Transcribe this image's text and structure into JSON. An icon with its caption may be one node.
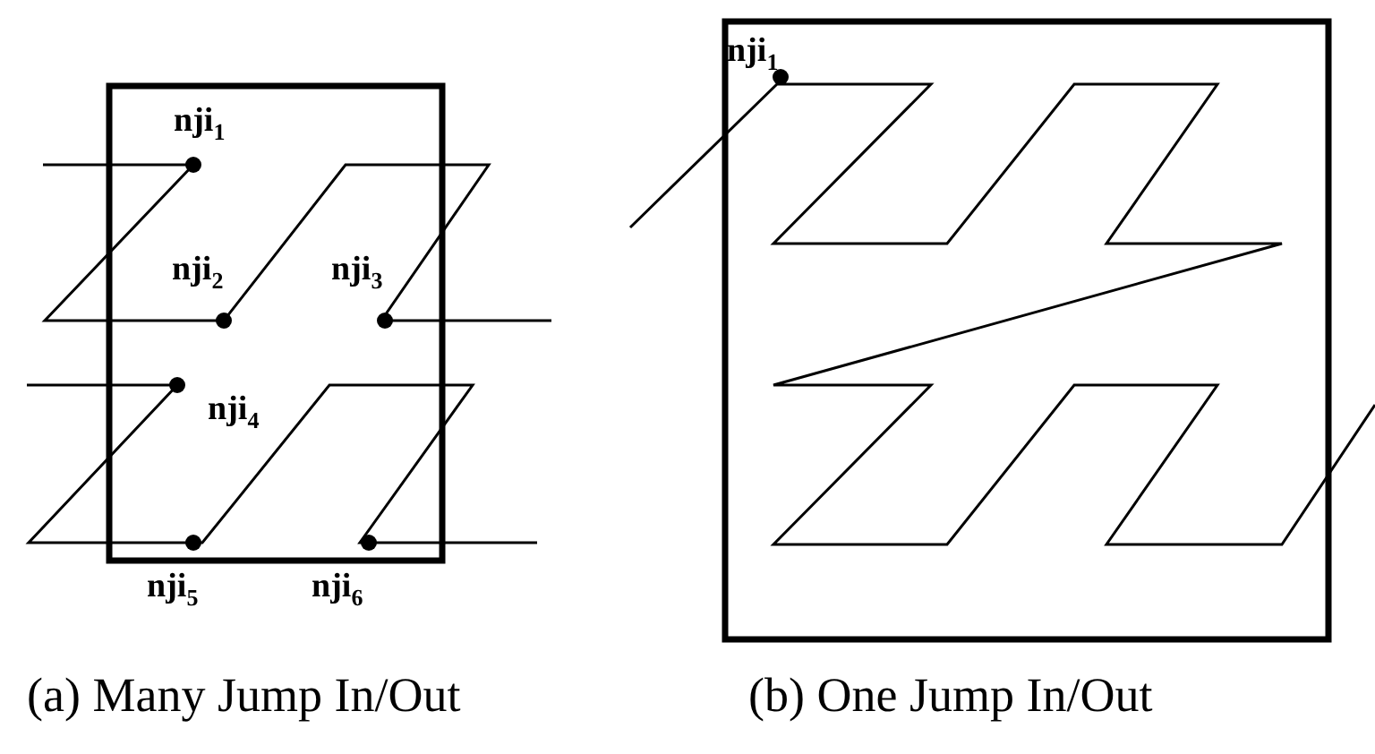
{
  "diagram": {
    "labels": [
      "nji$_{1}$",
      "nji$_{2}$",
      "nji$_{3}$",
      "nji$_{4}$",
      "nji$_{5}$",
      "nji$_{6}$",
      "nji$_{1}$",
      "(a) Many Jump In/Out",
      "(b) One Jump In/Out"
    ]
  }
}
